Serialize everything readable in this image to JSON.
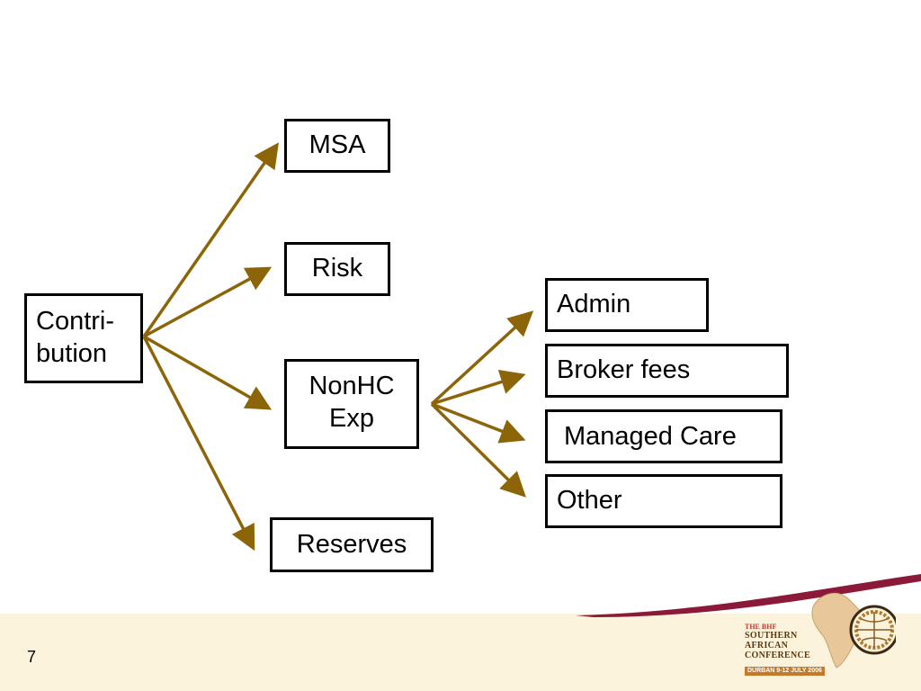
{
  "diagram": {
    "root": {
      "lines": [
        "Contri-",
        "bution"
      ]
    },
    "level1": [
      {
        "id": "msa",
        "label": "MSA"
      },
      {
        "id": "risk",
        "label": "Risk"
      },
      {
        "id": "nonhc",
        "lines": [
          "NonHC",
          "Exp"
        ]
      },
      {
        "id": "reserves",
        "label": "Reserves"
      }
    ],
    "level2": [
      {
        "id": "admin",
        "label": "Admin"
      },
      {
        "id": "broker",
        "label": "Broker fees"
      },
      {
        "id": "managed",
        "label": "Managed Care"
      },
      {
        "id": "other",
        "label": "Other"
      }
    ],
    "arrow_color": "#8B6508"
  },
  "footer": {
    "page_number": "7",
    "band_color": "#FBF3DC",
    "swoosh_color": "#8B1A3A",
    "logo": {
      "line1": "THE BHF",
      "line2": "SOUTHERN",
      "line3": "AFRICAN",
      "line4": "CONFERENCE",
      "line5": "DURBAN  9-12 JULY 2006"
    }
  }
}
